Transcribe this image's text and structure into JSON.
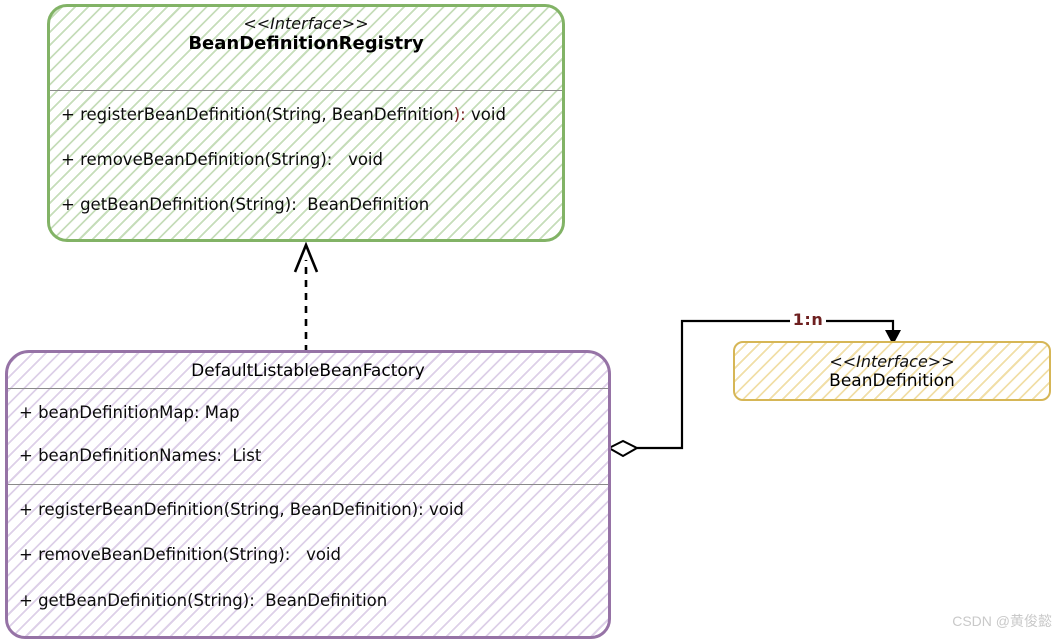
{
  "registry_box": {
    "stereotype": "<<Interface>>",
    "name": "BeanDefinitionRegistry",
    "methods": [
      {
        "pre": "+ registerBeanDefinition(String, BeanDefinition",
        "accent": "):",
        "tail": " void"
      },
      {
        "pre": "+ removeBeanDefinition(String):   void",
        "accent": "",
        "tail": ""
      },
      {
        "pre": "+ getBeanDefinition(String):  BeanDefinition",
        "accent": "",
        "tail": ""
      }
    ]
  },
  "factory_box": {
    "name": "DefaultListableBeanFactory",
    "fields": [
      "+ beanDefinitionMap: Map",
      "+ beanDefinitionNames:  List"
    ],
    "methods": [
      "+ registerBeanDefinition(String, BeanDefinition): void",
      "+ removeBeanDefinition(String):   void",
      "+ getBeanDefinition(String):  BeanDefinition"
    ]
  },
  "definition_box": {
    "stereotype": "<<Interface>>",
    "name": "BeanDefinition"
  },
  "relations": {
    "implements": "DefaultListableBeanFactory implements BeanDefinitionRegistry",
    "aggregation_label": "1:n"
  },
  "watermark": "CSDN @黄俊懿",
  "colors": {
    "green_border": "#82b366",
    "green_hatch": "#c6ddba",
    "purple_border": "#9673a6",
    "purple_hatch": "#ddd0e8",
    "yellow_border": "#d6b656",
    "yellow_hatch": "#f1dfa8",
    "accent_red": "#7b2626",
    "connector": "#000000",
    "divider_gray": "#8a8a8a",
    "watermark_gray": "#c9c9c9"
  }
}
